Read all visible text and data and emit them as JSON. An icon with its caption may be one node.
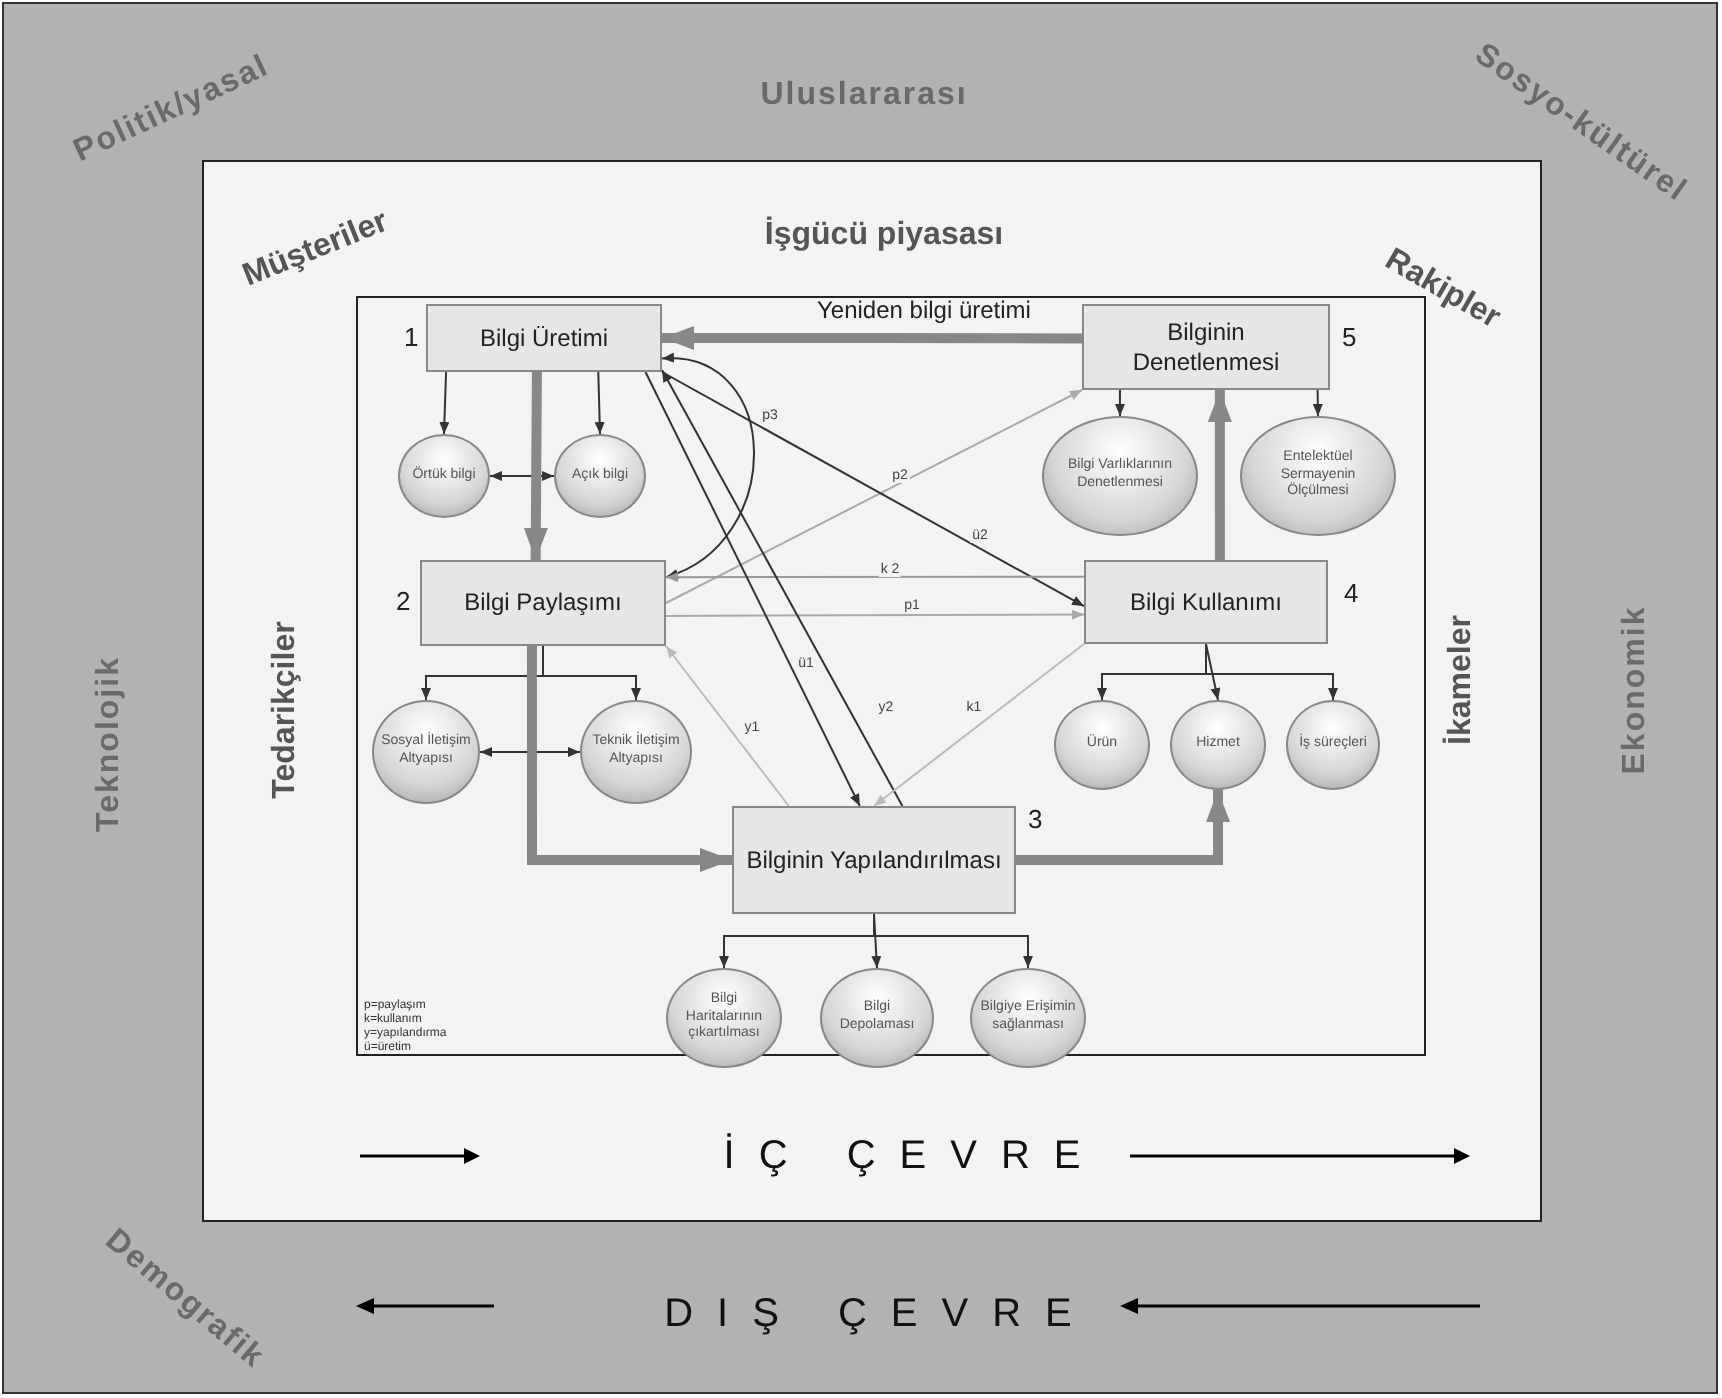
{
  "diagram": {
    "nodes": [
      {
        "text": [
          "Bilgi Üretimi"
        ],
        "beside": [
          "1"
        ]
      },
      {
        "text": [
          "Örtük bilgi"
        ]
      },
      {
        "text": [
          "Açık bilgi"
        ]
      },
      {
        "text": [
          "Bilgi Paylaşımı"
        ],
        "beside": [
          "2"
        ]
      },
      {
        "text": [
          "Sosyal İletişim Altyapısı"
        ]
      },
      {
        "text": [
          "Teknik İletişim Altyapısı"
        ]
      },
      {
        "text": [
          "Bilginin Yapılandırılması"
        ],
        "beside": [
          "3"
        ]
      },
      {
        "text": [
          "Bilgi Haritalarının çıkartılması"
        ]
      },
      {
        "text": [
          "Bilgi Depolaması"
        ]
      },
      {
        "text": [
          "Bilgiye Erişimin sağlanması"
        ]
      },
      {
        "text": [
          "Bilgi Kullanımı"
        ],
        "beside": [
          "4"
        ]
      },
      {
        "text": [
          "Ürün"
        ]
      },
      {
        "text": [
          "Hizmet"
        ]
      },
      {
        "text": [
          "İş süreçleri"
        ]
      },
      {
        "text": [
          "Bilginin Denetlenmesi"
        ],
        "beside": [
          "5"
        ]
      },
      {
        "text": [
          "Bilgi Varlıklarının Denetlenmesi"
        ]
      },
      {
        "text": [
          "Entelektüel Sermayenin Ölçülmesi"
        ]
      }
    ],
    "edges": [
      {
        "from": 0,
        "to": 1,
        "arrow": "to"
      },
      {
        "from": 0,
        "to": 2,
        "arrow": "to"
      },
      {
        "from": 1,
        "to": 2,
        "arrow": "both"
      },
      {
        "from": 0,
        "to": 3,
        "arrow": "to",
        "style": "thick",
        "color": "#888888"
      },
      {
        "from": 3,
        "to": 4,
        "arrow": "to"
      },
      {
        "from": 3,
        "to": 5,
        "arrow": "to"
      },
      {
        "from": 4,
        "to": 5,
        "arrow": "both"
      },
      {
        "from": 3,
        "to": 6,
        "arrow": "to",
        "style": "thick",
        "color": "#888888"
      },
      {
        "from": 6,
        "to": 7,
        "arrow": "to"
      },
      {
        "from": 6,
        "to": 8,
        "arrow": "to"
      },
      {
        "from": 6,
        "to": 9,
        "arrow": "to"
      },
      {
        "from": 6,
        "to": 12,
        "arrow": "to",
        "style": "thick",
        "color": "#888888"
      },
      {
        "from": 10,
        "to": 11,
        "arrow": "to"
      },
      {
        "from": 10,
        "to": 12,
        "arrow": "to"
      },
      {
        "from": 10,
        "to": 13,
        "arrow": "to"
      },
      {
        "from": 10,
        "to": 14,
        "arrow": "to",
        "style": "thick",
        "color": "#888888"
      },
      {
        "from": 14,
        "to": 15,
        "arrow": "to"
      },
      {
        "from": 14,
        "to": 16,
        "arrow": "to"
      },
      {
        "from": 14,
        "to": 0,
        "arrow": "to",
        "label": "Yeniden bilgi üretimi",
        "style": "thick",
        "color": "#888888"
      },
      {
        "from": 0,
        "to": 3,
        "arrow": "both",
        "label": "p3"
      },
      {
        "from": 3,
        "to": 14,
        "arrow": "to",
        "label": "p2",
        "color": "#aaaaaa"
      },
      {
        "from": 0,
        "to": 10,
        "arrow": "to",
        "label": "ü2"
      },
      {
        "from": 10,
        "to": 3,
        "arrow": "to",
        "label": "k 2",
        "color": "#999999"
      },
      {
        "from": 3,
        "to": 10,
        "arrow": "to",
        "label": "p1",
        "color": "#aaaaaa"
      },
      {
        "from": 6,
        "to": 3,
        "arrow": "to",
        "label": "y1",
        "color": "#bbbbbb"
      },
      {
        "from": 0,
        "to": 6,
        "arrow": "to",
        "label": "ü1"
      },
      {
        "from": 6,
        "to": 0,
        "arrow": "to",
        "label": "y2"
      },
      {
        "from": 10,
        "to": 6,
        "arrow": "to",
        "label": "k1",
        "color": "#bbbbbb"
      }
    ],
    "labels": [
      "Politik/yasal",
      "Uluslararası",
      "Sosyo-kültürel",
      "Müşteriler",
      "İşgücü piyasası",
      "Rakipler",
      "Teknolojik",
      "Tedarikçiler",
      "İkameler",
      "Ekonomik",
      "p=paylaşım",
      "k=kullanım",
      "y=yapılandırma",
      "ü=üretim",
      "İÇ ÇEVRE",
      "Demografik",
      "DIŞ ÇEVRE"
    ]
  }
}
